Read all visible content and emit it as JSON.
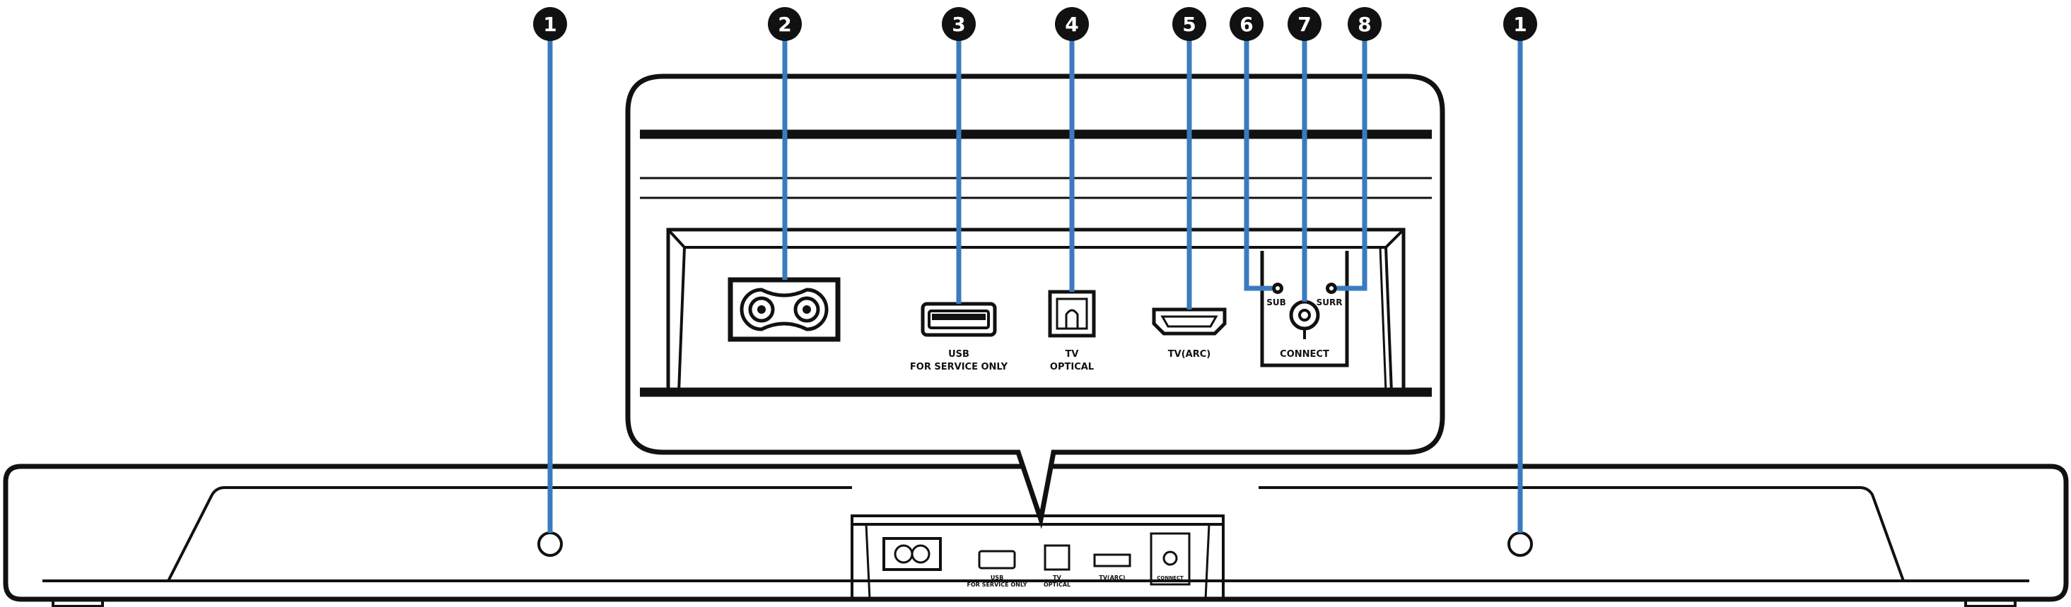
{
  "callouts": [
    {
      "id": "c1a",
      "number": "1"
    },
    {
      "id": "c2",
      "number": "2"
    },
    {
      "id": "c3",
      "number": "3"
    },
    {
      "id": "c4",
      "number": "4"
    },
    {
      "id": "c5",
      "number": "5"
    },
    {
      "id": "c6",
      "number": "6"
    },
    {
      "id": "c7",
      "number": "7"
    },
    {
      "id": "c8",
      "number": "8"
    },
    {
      "id": "c1b",
      "number": "1"
    }
  ],
  "ports": {
    "usb_line1": "USB",
    "usb_line2": "FOR SERVICE ONLY",
    "optical_line1": "TV",
    "optical_line2": "OPTICAL",
    "hdmi": "TV(ARC)",
    "sub": "SUB",
    "surr": "SURR",
    "connect": "CONNECT"
  },
  "colors": {
    "leader": "#3a7bbf",
    "outline": "#111111",
    "badge_fill": "#111111",
    "badge_text": "#ffffff"
  }
}
